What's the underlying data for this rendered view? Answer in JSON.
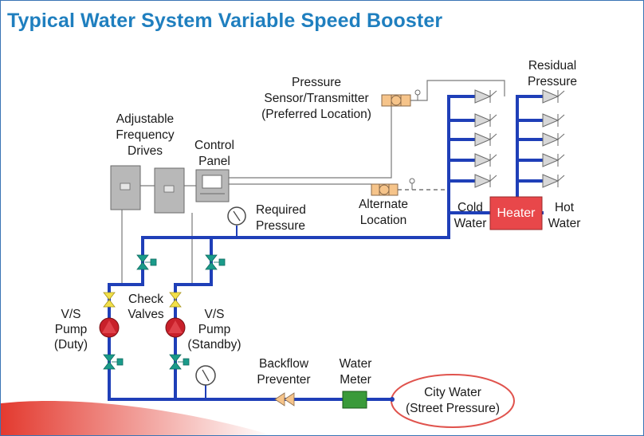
{
  "title": "Typical Water System Variable Speed Booster",
  "labels": {
    "afd": [
      "Adjustable",
      "Frequency",
      "Drives"
    ],
    "control_panel": [
      "Control",
      "Panel"
    ],
    "pressure_sensor": [
      "Pressure",
      "Sensor/Transmitter",
      "(Preferred Location)"
    ],
    "alternate": [
      "Alternate",
      "Location"
    ],
    "required_pressure": [
      "Required",
      "Pressure"
    ],
    "residual_pressure": [
      "Residual",
      "Pressure"
    ],
    "cold_water": [
      "Cold",
      "Water"
    ],
    "heater": "Heater",
    "hot_water": [
      "Hot",
      "Water"
    ],
    "check_valves": [
      "Check",
      "Valves"
    ],
    "pump_duty": [
      "V/S",
      "Pump",
      "(Duty)"
    ],
    "pump_standby": [
      "V/S",
      "Pump",
      "(Standby)"
    ],
    "backflow": [
      "Backflow",
      "Preventer"
    ],
    "water_meter": [
      "Water",
      "Meter"
    ],
    "city_water": [
      "City Water",
      "(Street Pressure)"
    ]
  },
  "colors": {
    "title": "#1f7fbf",
    "pipe": "#1f3fb8",
    "heater_fill": "#e8474a",
    "city_ring": "#e0534d",
    "valve": "#1a9b8a",
    "check_valve": "#f2e04a",
    "pump": "#c8202a",
    "meter": "#3a9a3a",
    "sensor": "#f6c48a",
    "backflow": "#f6c48a",
    "swoosh": "#e02418"
  }
}
